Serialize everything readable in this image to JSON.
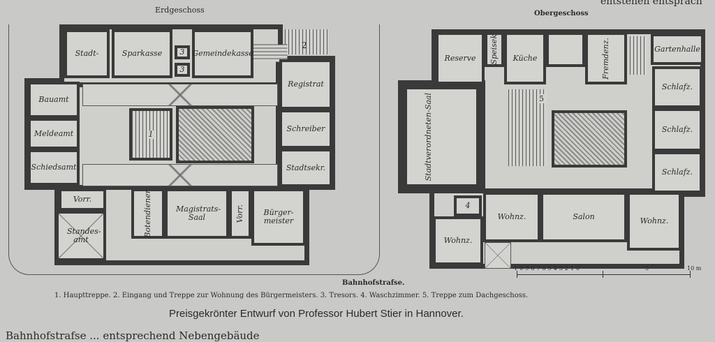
{
  "top_cut_text": "entstehen   entsprach",
  "left_plan": {
    "title": "Erdgeschoss",
    "rooms": [
      "Stadt-",
      "Sparkasse",
      "3",
      "3",
      "Gemeindekasse",
      "2",
      "Registrat",
      "Schreiber",
      "Stadtsekr.",
      "Bauamt",
      "Meldeamt",
      "Schiedsamt",
      "1",
      "Vorr.",
      "Standes-amt",
      "Botendiener",
      "Magistrats-Saal",
      "Vorr.",
      "Bürger-meister"
    ],
    "street": "Bahnhofstrafse."
  },
  "right_plan": {
    "title": "Obergeschoss",
    "rooms": [
      "Reserve",
      "Speisek",
      "Küche",
      "Fremdenz.",
      "Gartenhalle",
      "Stadtverordneten-Saal",
      "Schlafz.",
      "Schlafz.",
      "Schlafz.",
      "5",
      "4",
      "Wohnz.",
      "Wohnz.",
      "Salon",
      "Wohnz."
    ],
    "scale": {
      "labels": [
        "10",
        "9",
        "8",
        "7",
        "6",
        "5",
        "4",
        "3",
        "2",
        "1",
        "0",
        "5",
        "10 m"
      ]
    }
  },
  "legend": "1. Haupttreppe.  2. Eingang und Treppe zur Wohnung des Bürgermeisters.  3. Tresors.  4. Waschzimmer.  5. Treppe zum Dachgeschoss.",
  "caption": "Preisgekrönter Entwurf von Professor Hubert Stier in Hannover.",
  "bottom_cut_text": "Bahnhofstrafse  ...  entsprechend  Nebengebäude"
}
